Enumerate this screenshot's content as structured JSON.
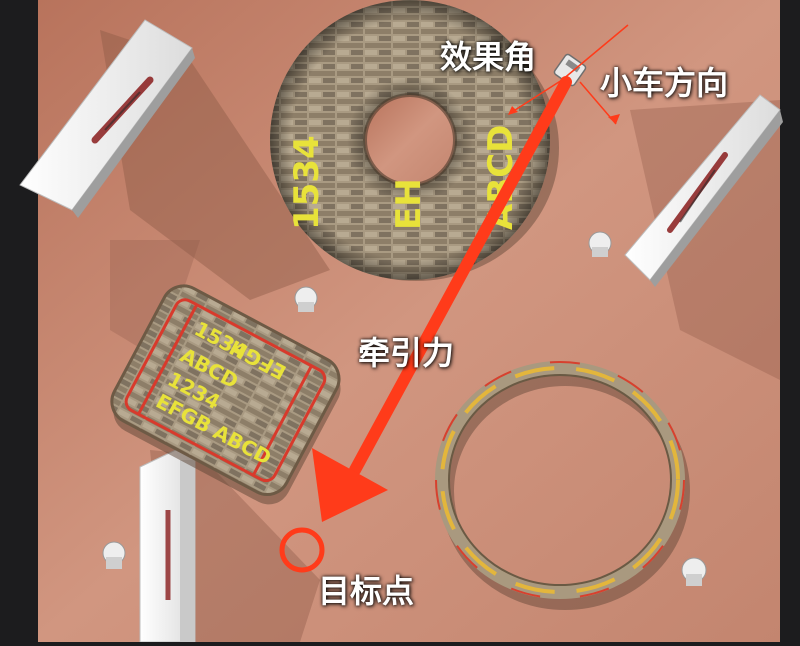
{
  "labels": {
    "effect_angle": "效果角",
    "car_direction": "小车方向",
    "traction_force": "牵引力",
    "target_point": "目标点"
  },
  "donut_text": {
    "line1": "1534",
    "line2": "EH",
    "line3": "ABCD"
  },
  "tray_text": {
    "line1": "1534",
    "line2": "EFGH",
    "line3": "ABCD",
    "line4": "1234",
    "line5": "EFGB",
    "line6": "ABCD"
  },
  "colors": {
    "floor": "#c98b73",
    "arrow": "#ff3b1a",
    "target_ring": "#ff3b1a",
    "label": "#ffffff"
  }
}
